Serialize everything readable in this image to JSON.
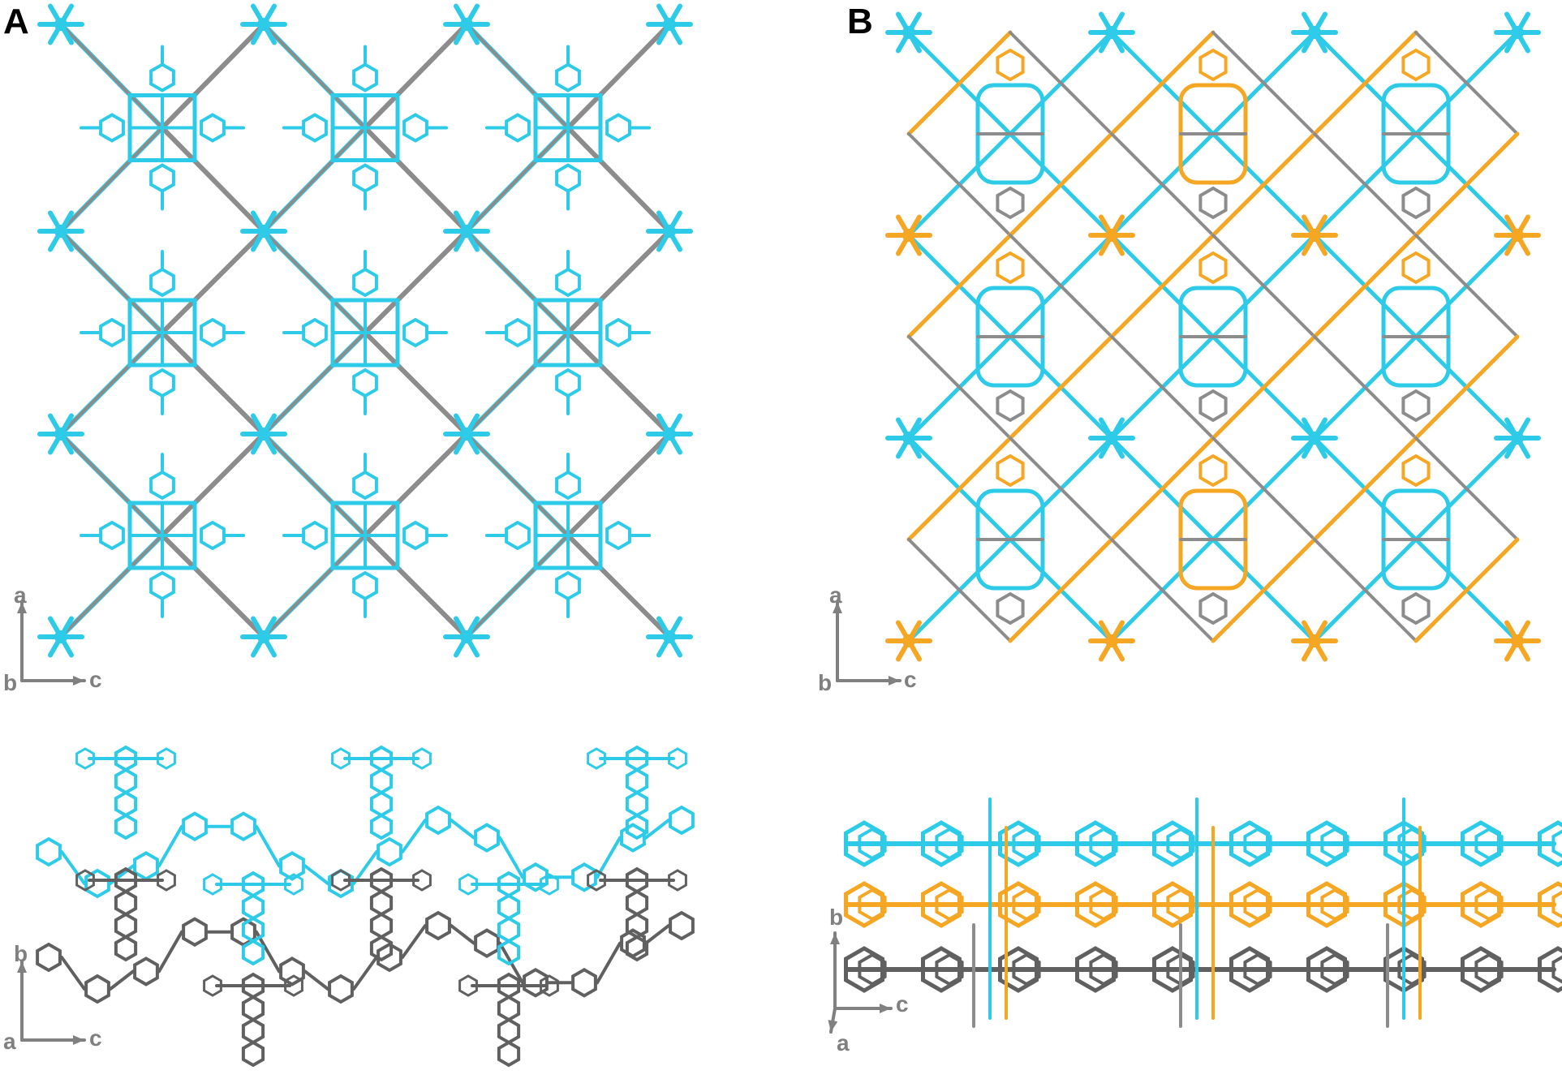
{
  "panels": {
    "A": {
      "label": "A",
      "top_axes": {
        "up": "a",
        "out": "b",
        "right": "c"
      },
      "bottom_axes": {
        "up": "b",
        "out": "a",
        "right": "c"
      }
    },
    "B": {
      "label": "B",
      "top_axes": {
        "up": "a",
        "out": "b",
        "right": "c"
      },
      "bottom_axes": {
        "up": "b",
        "down": "a",
        "right": "c"
      }
    }
  },
  "colors": {
    "cyan": "#2ecbe9",
    "gray": "#8c8c8c",
    "dark_gray": "#606060",
    "orange": "#f5a623",
    "axis": "#808080"
  }
}
